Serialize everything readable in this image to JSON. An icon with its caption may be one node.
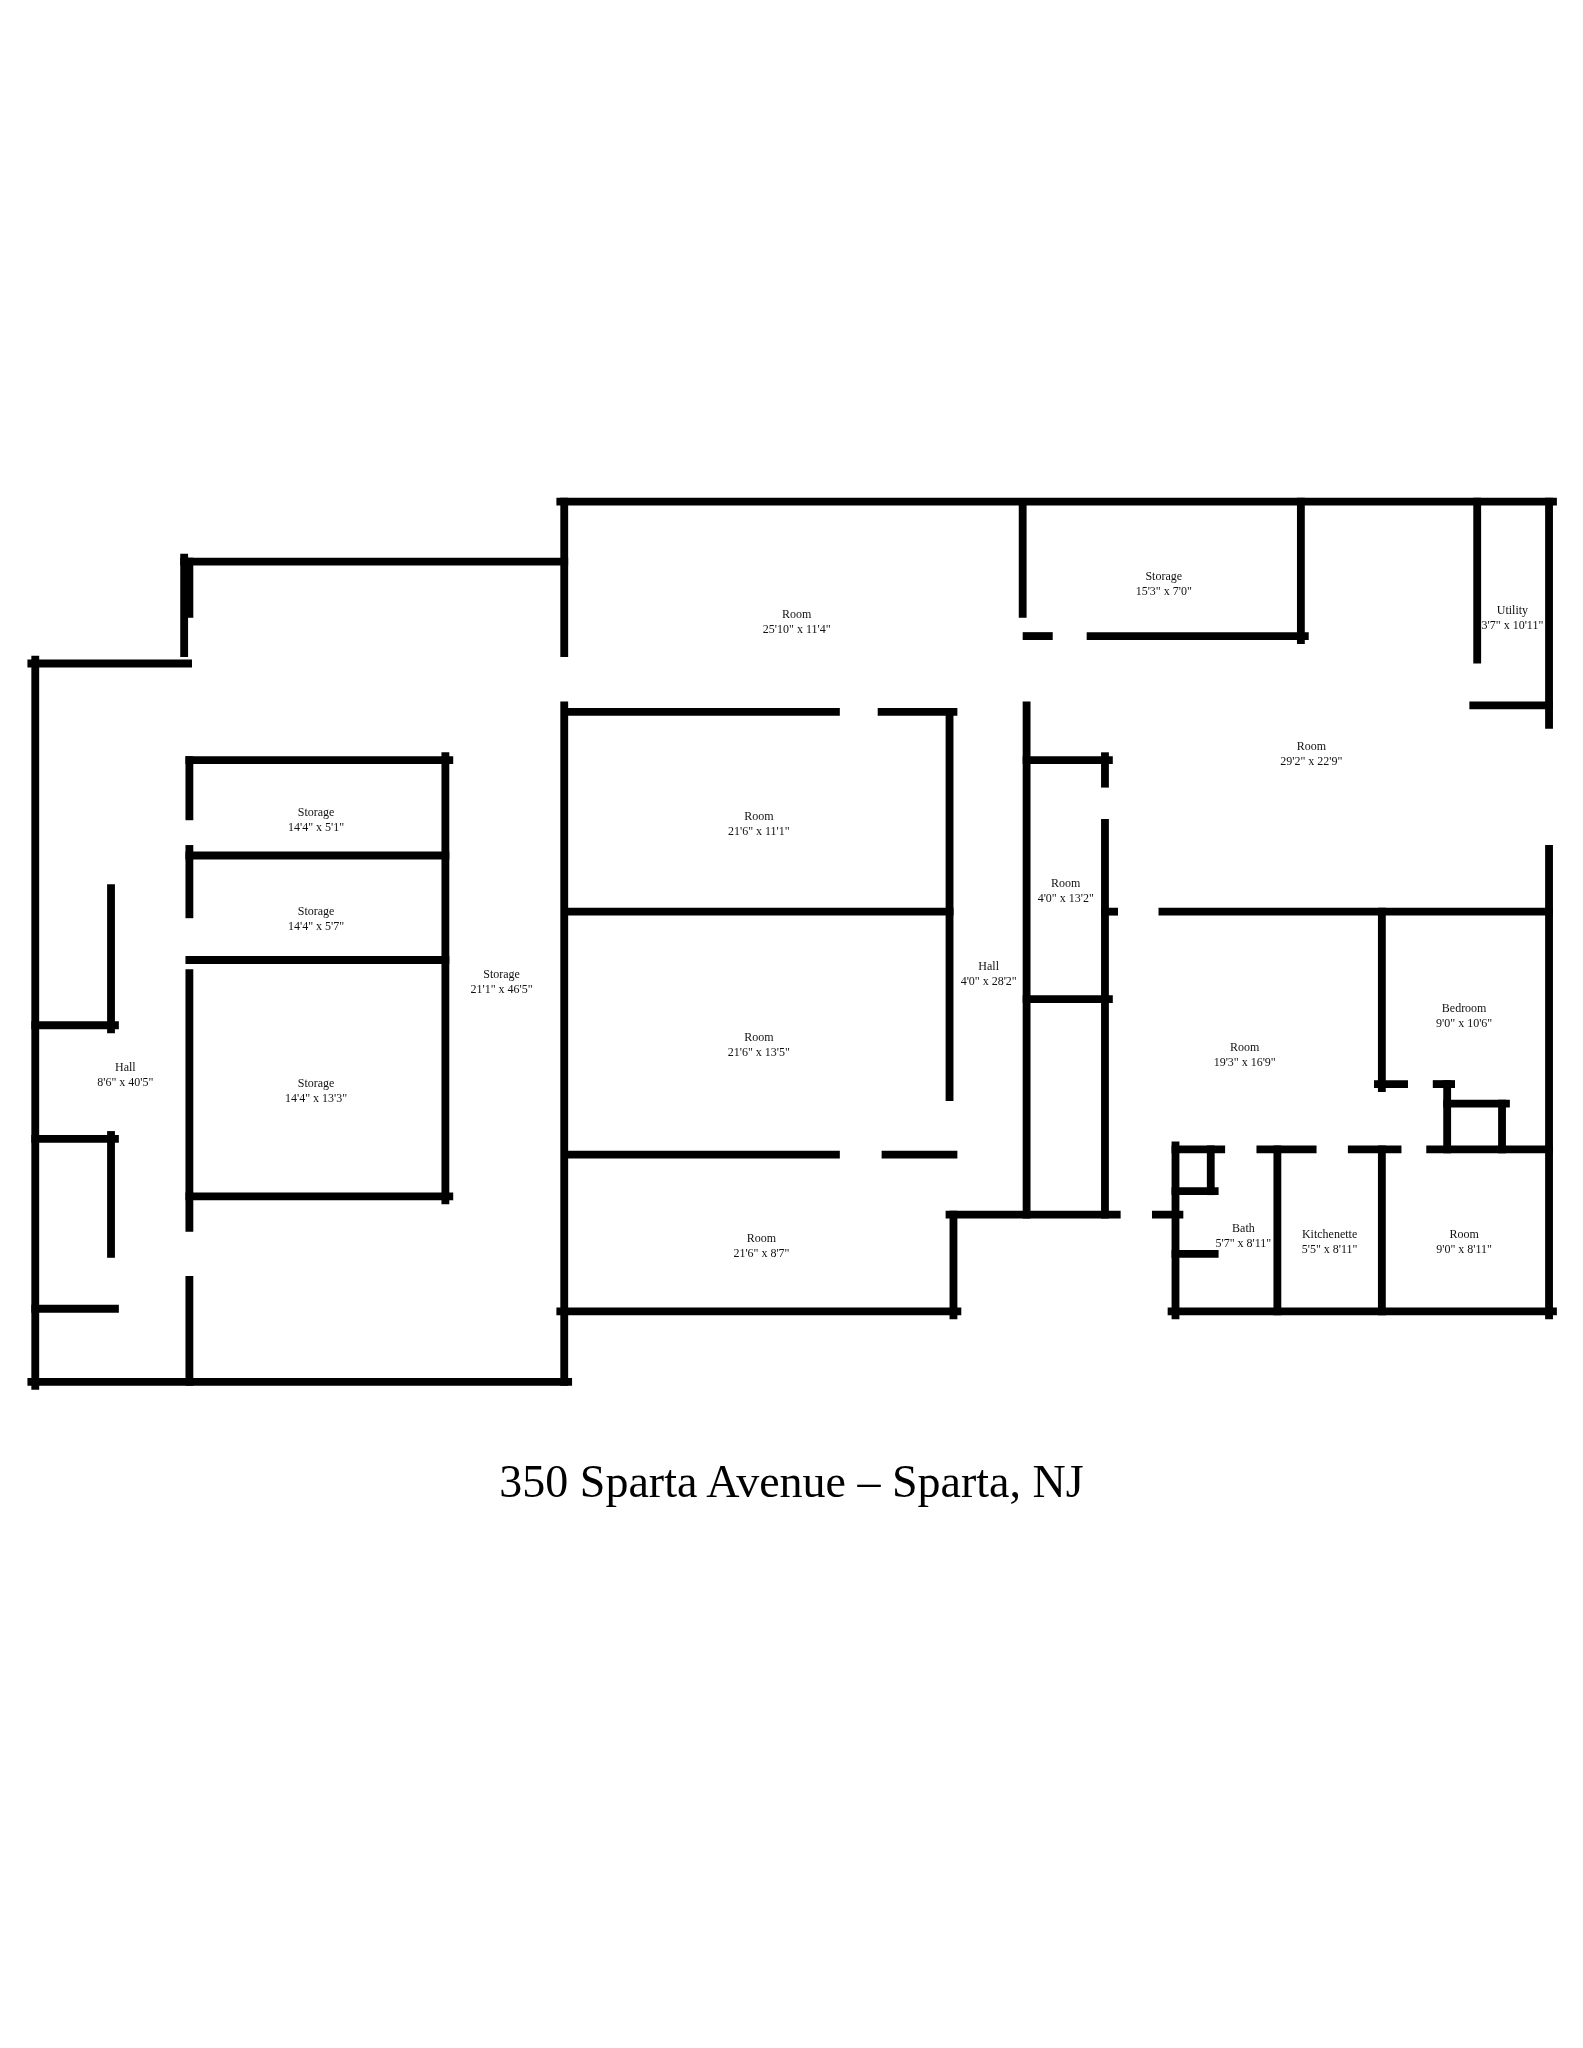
{
  "diagram": {
    "caption": "350 Sparta Avenue – Sparta, NJ",
    "nodes": [
      {
        "text": [
          "Storage",
          "21'1\" x 46'5\""
        ]
      },
      {
        "text": [
          "Storage",
          "14'4\" x 5'1\""
        ],
        "in": 0
      },
      {
        "text": [
          "Storage",
          "14'4\" x 5'7\""
        ],
        "in": 0
      },
      {
        "text": [
          "Storage",
          "14'4\" x 13'3\""
        ],
        "in": 0
      },
      {
        "text": [
          "Hall",
          "8'6\" x 40'5\""
        ]
      },
      {
        "text": [
          "Room",
          "25'10\" x 11'4\""
        ]
      },
      {
        "text": [
          "Room",
          "21'6\" x 11'1\""
        ]
      },
      {
        "text": [
          "Room",
          "21'6\" x 13'5\""
        ]
      },
      {
        "text": [
          "Room",
          "21'6\" x 8'7\""
        ]
      },
      {
        "text": [
          "Hall",
          "4'0\" x 28'2\""
        ]
      },
      {
        "text": [
          "Storage",
          "15'3\" x 7'0\""
        ]
      },
      {
        "text": [
          "Utility",
          "3'7\" x 10'11\""
        ]
      },
      {
        "text": [
          "Room",
          "29'2\" x 22'9\""
        ]
      },
      {
        "text": [
          "Room",
          "4'0\" x 13'2\""
        ]
      },
      {
        "text": [
          "Room",
          "19'3\" x 16'9\""
        ]
      },
      {
        "text": [
          "Bedroom",
          "9'0\" x 10'6\""
        ]
      },
      {
        "text": [
          "Bath",
          "5'7\" x 8'11\""
        ]
      },
      {
        "text": [
          "Kitchenette",
          "5'5\" x 8'11\""
        ]
      },
      {
        "text": [
          "Room",
          "9'0\" x 8'11\""
        ]
      }
    ]
  }
}
